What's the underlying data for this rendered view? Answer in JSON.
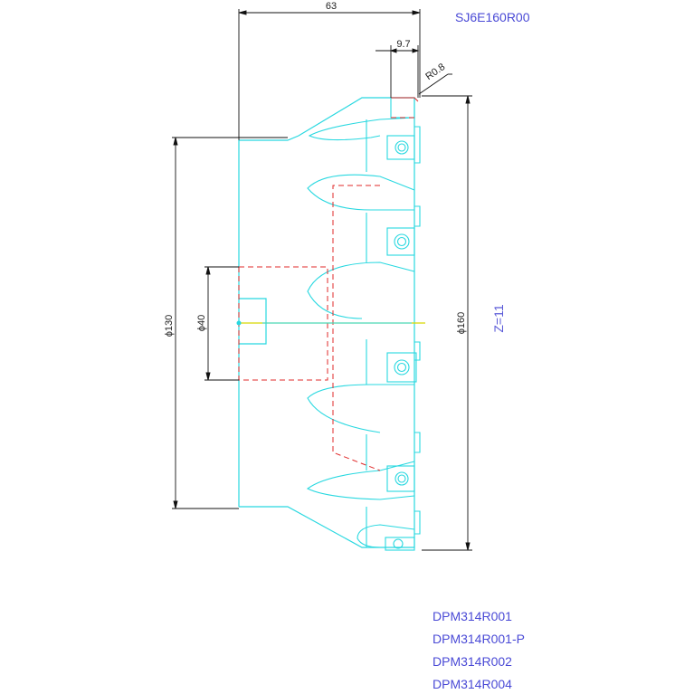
{
  "drawing": {
    "title_code": "SJ6E160R00",
    "teeth_label": "Z=11",
    "dimensions": {
      "overall_length": "63",
      "insert_width": "9.7",
      "corner_radius": "R0.8",
      "body_diameter": "ϕ130",
      "bore_diameter": "ϕ40",
      "cutter_diameter": "ϕ160"
    },
    "part_numbers": [
      "DPM314R001",
      "DPM314R001-P",
      "DPM314R002",
      "DPM314R004"
    ]
  },
  "colors": {
    "outline": "#28d8e0",
    "hidden": "#e02828",
    "dimension": "#111111",
    "annotation": "#4a4ad6",
    "centerline": "#d8d800"
  }
}
